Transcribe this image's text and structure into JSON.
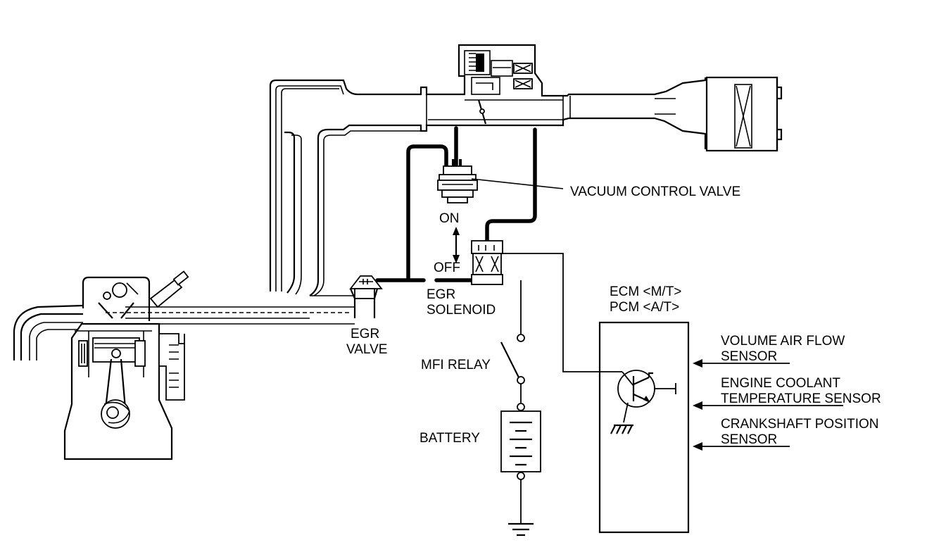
{
  "labels": {
    "vacuum_control_valve": "VACUUM CONTROL VALVE",
    "on": "ON",
    "off": "OFF",
    "egr_solenoid_line1": "EGR",
    "egr_solenoid_line2": "SOLENOID",
    "egr_valve_line1": "EGR",
    "egr_valve_line2": "VALVE",
    "mfi_relay": "MFI RELAY",
    "battery": "BATTERY",
    "ecm": "ECM <M/T>",
    "pcm": "PCM <A/T>",
    "volume_air_flow_line1": "VOLUME AIR FLOW",
    "volume_air_flow_line2": "SENSOR",
    "engine_coolant_line1": "ENGINE COOLANT",
    "engine_coolant_line2": "TEMPERATURE SENSOR",
    "crankshaft_line1": "CRANKSHAFT POSITION",
    "crankshaft_line2": "SENSOR"
  }
}
